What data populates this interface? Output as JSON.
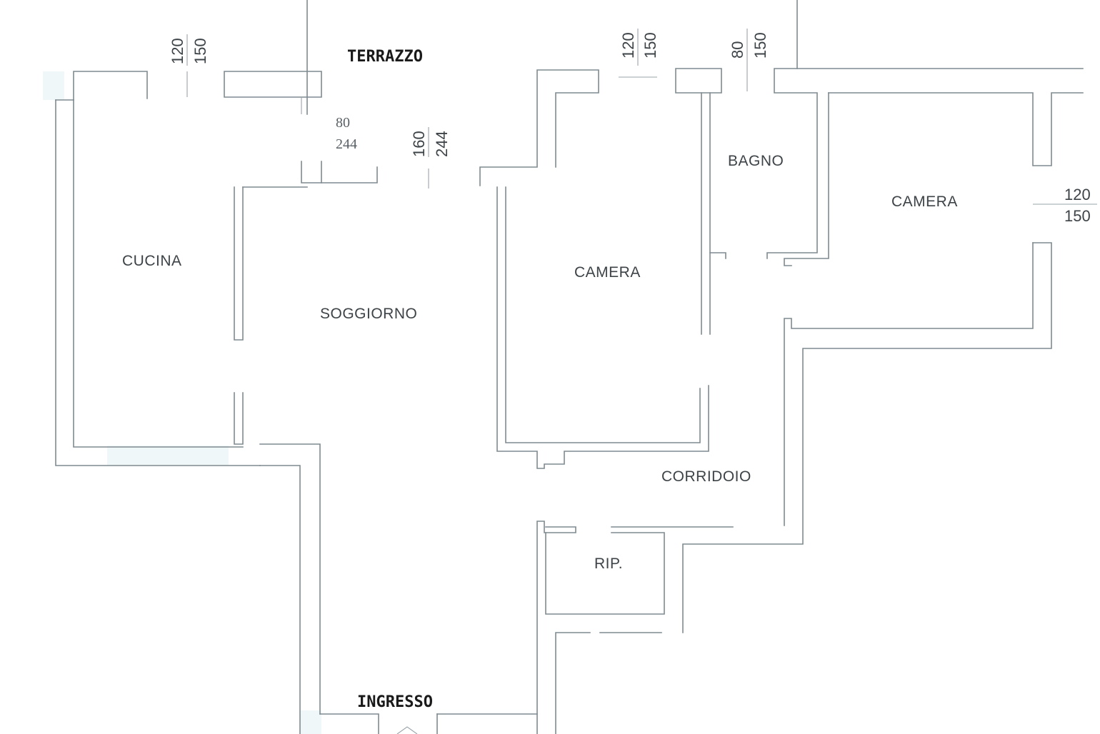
{
  "rooms": {
    "terrazzo": "TERRAZZO",
    "cucina": "CUCINA",
    "soggiorno": "SOGGIORNO",
    "camera_center": "CAMERA",
    "bagno": "BAGNO",
    "camera_right": "CAMERA",
    "corridoio": "CORRIDOIO",
    "rip": "RIP.",
    "ingresso": "INGRESSO"
  },
  "dimensions": {
    "cucina_window": {
      "width": "120",
      "height": "150"
    },
    "door_80": {
      "width": "80",
      "height": "244"
    },
    "soggiorno_window": {
      "width": "160",
      "height": "244"
    },
    "camera_window": {
      "width": "120",
      "height": "150"
    },
    "bagno_window": {
      "width": "80",
      "height": "150"
    },
    "camera_right_window": {
      "width": "120",
      "height": "150"
    }
  },
  "colors": {
    "wall": "#7f8a90",
    "text": "#3d4347",
    "shade": "#e9f3f7"
  }
}
